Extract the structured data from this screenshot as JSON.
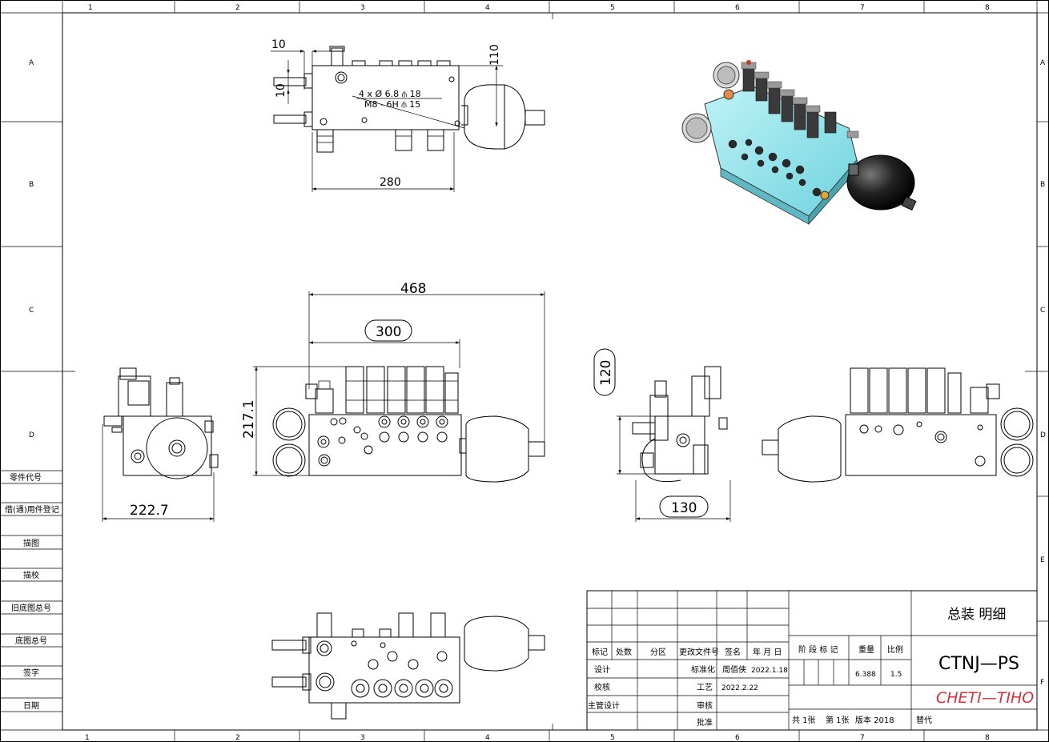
{
  "grid": {
    "columns": [
      "1",
      "2",
      "3",
      "4",
      "5",
      "6",
      "7",
      "8"
    ],
    "rows": [
      "A",
      "B",
      "C",
      "D",
      "E",
      "F"
    ]
  },
  "left_strip": [
    "零件代号",
    "借(通)用件登记",
    "描图",
    "描校",
    "旧底图总号",
    "底图总号",
    "签字",
    "日期"
  ],
  "top_view": {
    "dim_10a": "10",
    "dim_10b": "10",
    "dim_110": "110",
    "dim_280": "280",
    "hole_note_1": "4 x Ø 6.8 ⫛ 18",
    "hole_note_2": "M8 - 6H ⫛ 15"
  },
  "front_view": {
    "dim_468": "468",
    "dim_300": "300",
    "dim_217": "217.1"
  },
  "left_view": {
    "dim_222": "222.7"
  },
  "side_view": {
    "dim_120": "120",
    "dim_130": "130"
  },
  "title_block": {
    "h_mark": "标记",
    "h_count": "处数",
    "h_zone": "分区",
    "h_change": "更改文件号",
    "h_sign": "签名",
    "h_date": "年 月 日",
    "r_design": "设计",
    "r_check": "校核",
    "r_chief": "主管设计",
    "r_standard": "标准化",
    "r_process": "工艺",
    "r_review": "审核",
    "r_approve": "批准",
    "designer": "周佰侠",
    "design_date": "2022.1.18",
    "process_date": "2022.2.22",
    "stage_label": "阶 段 标 记",
    "weight_label": "重量",
    "scale_label": "比例",
    "weight": "6.388",
    "scale": "1.5",
    "title": "总装 明细",
    "drawing_no": "CTNJ—PS",
    "company": "CHETI—TIHO",
    "sheets": "共 1张",
    "sheet_no": "第 1张",
    "version": "版本 2018",
    "replace": "替代"
  }
}
